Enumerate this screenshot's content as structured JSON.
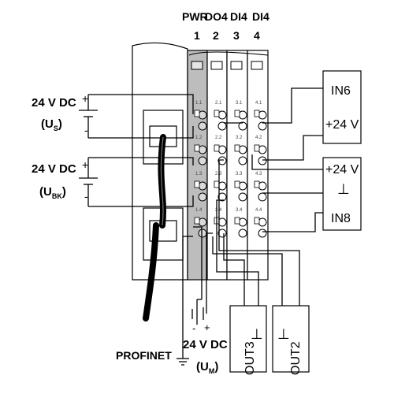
{
  "header": {
    "modules": [
      "PWR",
      "DO4",
      "DI4",
      "DI4"
    ],
    "slots": [
      "1",
      "2",
      "3",
      "4"
    ]
  },
  "supplies": {
    "us": {
      "voltage": "24 V DC",
      "paren_open": "(U",
      "sub": "S",
      "paren_close": ")"
    },
    "ubk": {
      "voltage": "24 V DC",
      "paren_open": "(U",
      "sub": "BK",
      "paren_close": ")"
    },
    "um": {
      "voltage": "24 V DC",
      "paren_open": "(U",
      "sub": "M",
      "paren_close": ")"
    },
    "plus": "+",
    "minus": "-"
  },
  "terminals": {
    "row1": [
      "1.1",
      "2.1",
      "3.1",
      "4.1"
    ],
    "row2": [
      "1.2",
      "2.2",
      "3.2",
      "4.2"
    ],
    "row3": [
      "1.3",
      "2.3",
      "3.3",
      "4.3"
    ],
    "row4": [
      "1.4",
      "2.4",
      "3.4",
      "4.4"
    ]
  },
  "devices": {
    "in6": {
      "name": "IN6",
      "supply": "+24 V"
    },
    "in8": {
      "name": "IN8",
      "supply": "+24 V",
      "ground": "⊥"
    },
    "out3": {
      "name": "OUT3",
      "ground": "⊥"
    },
    "out2": {
      "name": "OUT2",
      "ground": "⊥"
    }
  },
  "labels": {
    "profinet": "PROFINET"
  }
}
